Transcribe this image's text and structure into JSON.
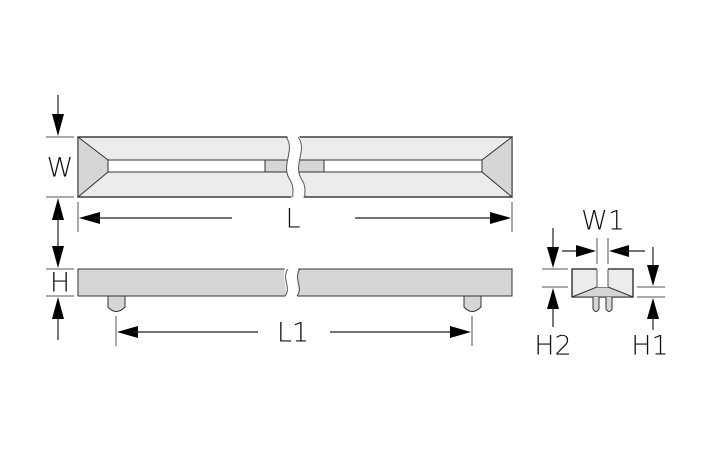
{
  "diagram": {
    "labels": {
      "width": "W",
      "length": "L",
      "height": "H",
      "pin_spacing": "L1",
      "slot_width": "W1",
      "height_2": "H2",
      "height_1": "H1"
    },
    "colors": {
      "body_fill": "#ececec",
      "shade_fill": "#d6d6d6",
      "line": "#222222"
    }
  }
}
